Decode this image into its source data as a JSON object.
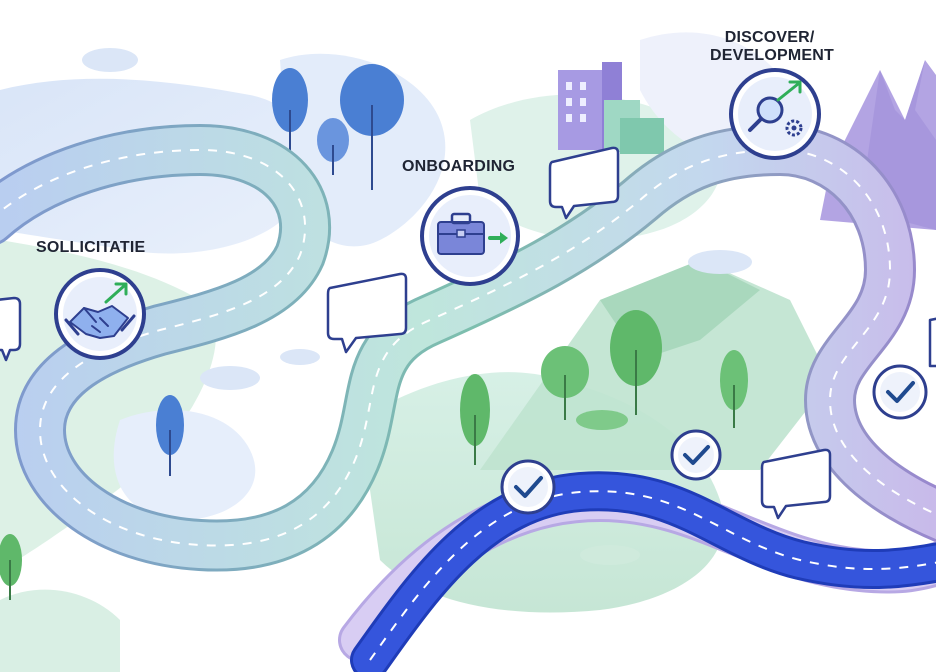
{
  "stages": [
    {
      "id": "sollicitatie",
      "label": "SOLLICITATIE",
      "icon": "handshake-icon"
    },
    {
      "id": "onboarding",
      "label": "ONBOARDING",
      "icon": "briefcase-arrow-icon"
    },
    {
      "id": "discover",
      "label_line1": "DISCOVER/",
      "label_line2": "DEVELOPMENT",
      "icon": "magnifier-gear-icon"
    }
  ],
  "milestones": [
    {
      "id": "m1",
      "icon": "checkmark-icon"
    },
    {
      "id": "m2",
      "icon": "checkmark-icon"
    },
    {
      "id": "m3",
      "icon": "checkmark-icon"
    }
  ],
  "colors": {
    "road_start": "#b9cdf1",
    "road_mid": "#bfe6dc",
    "road_end": "#c9b8ea",
    "road_final": "#2f4fd6",
    "ring": "#2e3f8f",
    "tree_green": "#5fb86a",
    "tree_blue": "#4a7fd3",
    "mountain": "#b3a4e3",
    "accent_green": "#2fae59"
  }
}
